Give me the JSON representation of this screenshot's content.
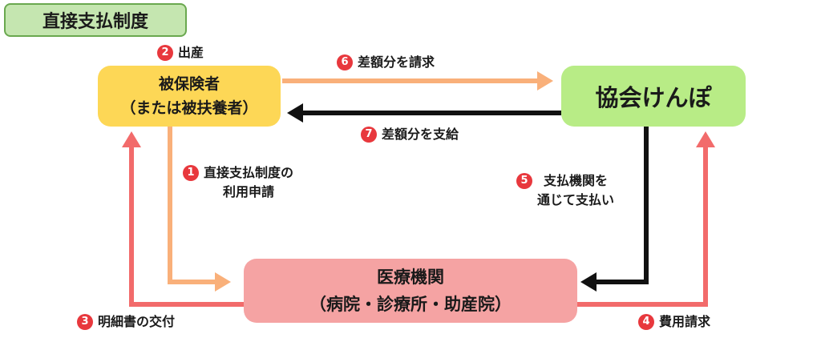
{
  "title": "直接支払制度",
  "nodes": {
    "insured": {
      "line1": "被保険者",
      "line2": "（または被扶養者）"
    },
    "kyokai": {
      "label": "協会けんぽ"
    },
    "medical": {
      "line1": "医療機関",
      "line2": "（病院・診療所・助産院）"
    }
  },
  "steps": [
    {
      "num": "1",
      "line1": "直接支払制度の",
      "line2": "利用申請"
    },
    {
      "num": "2",
      "line1": "出産"
    },
    {
      "num": "3",
      "line1": "明細書の交付"
    },
    {
      "num": "4",
      "line1": "費用請求"
    },
    {
      "num": "5",
      "line1": "支払機関を",
      "line2": "通じて支払い"
    },
    {
      "num": "6",
      "line1": "差額分を請求"
    },
    {
      "num": "7",
      "line1": "差額分を支給"
    }
  ],
  "colors": {
    "peach_arrow": "#f9b07a",
    "red_arrow": "#f26b6b",
    "black_arrow": "#111111",
    "number_badge": "#e8383d"
  }
}
